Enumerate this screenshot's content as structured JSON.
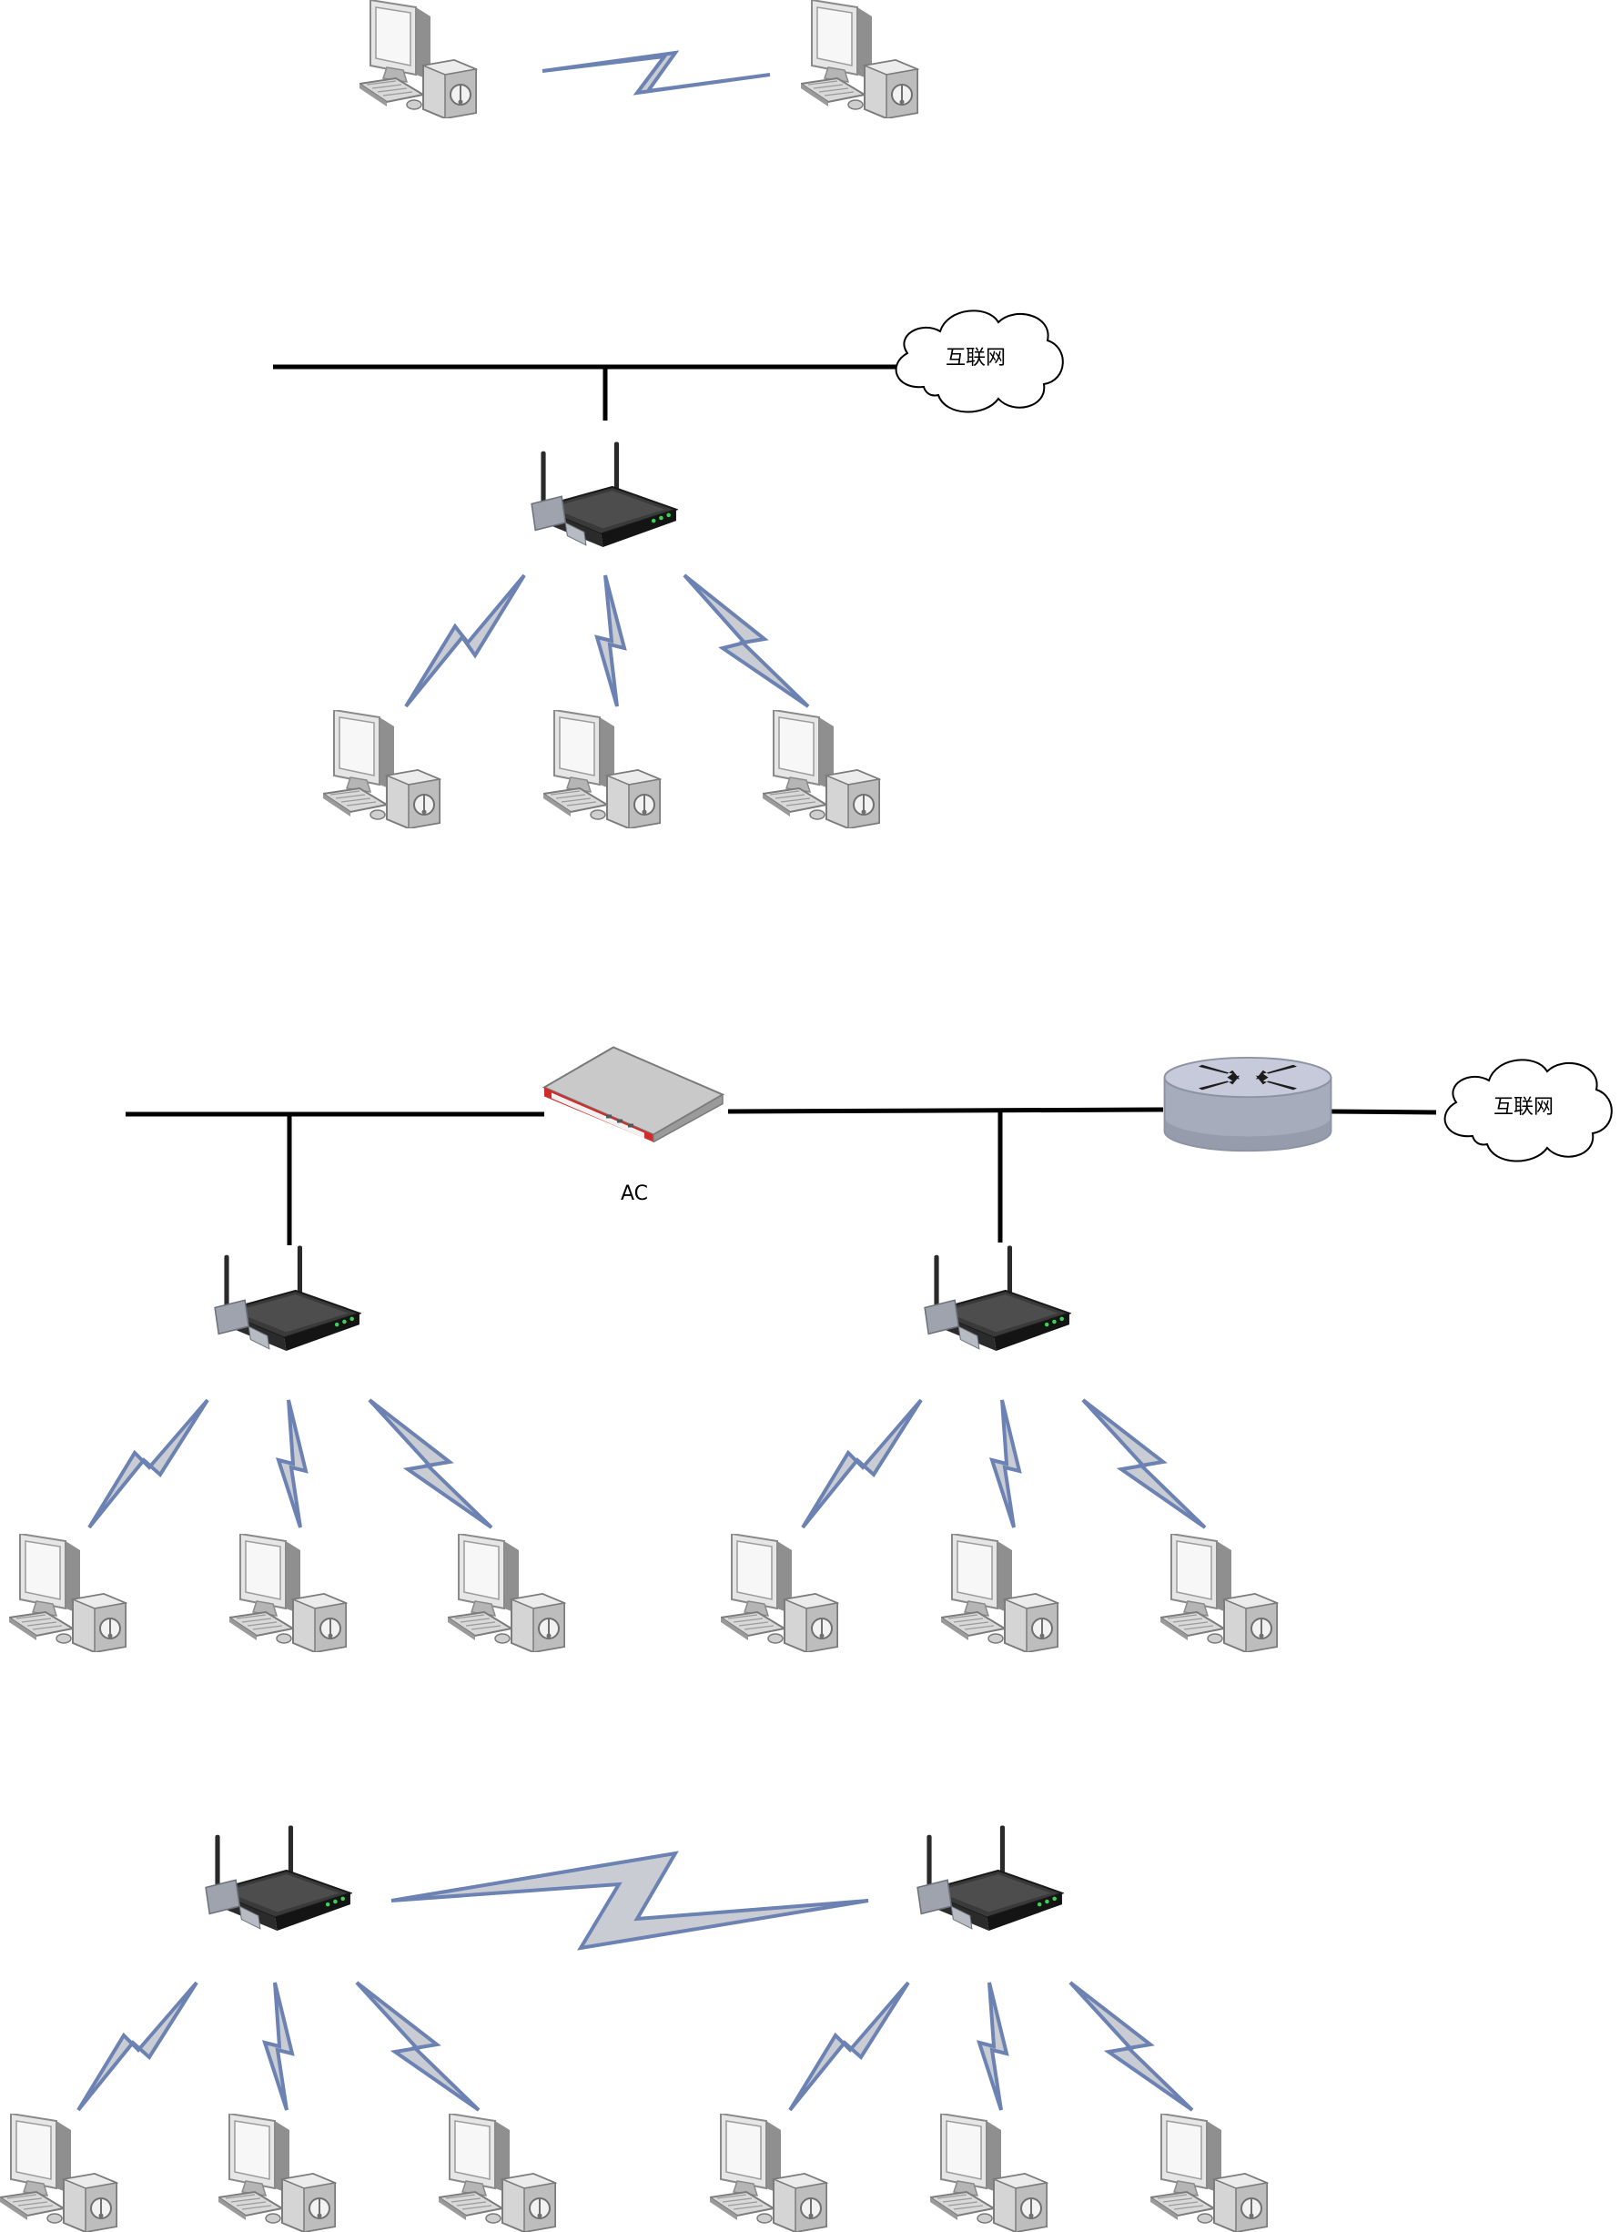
{
  "labels": {
    "internet": "互联网",
    "ac": "AC"
  },
  "sections": [
    {
      "name": "ad-hoc-peer-to-peer"
    },
    {
      "name": "single-ap-infrastructure"
    },
    {
      "name": "ac-managed-aps"
    },
    {
      "name": "wireless-bridge-mesh"
    }
  ],
  "icons": {
    "computer": "computer-icon",
    "wireless_router": "wireless-router-icon",
    "access_controller": "access-controller-icon",
    "router": "router-icon",
    "cloud": "cloud-icon",
    "wireless_link": "lightning-link-icon"
  },
  "colors": {
    "wireless_stroke": "#6b82b3",
    "wireless_fill": "#c9ccd3",
    "wire": "#000000",
    "ac_accent": "#d22b2b"
  }
}
